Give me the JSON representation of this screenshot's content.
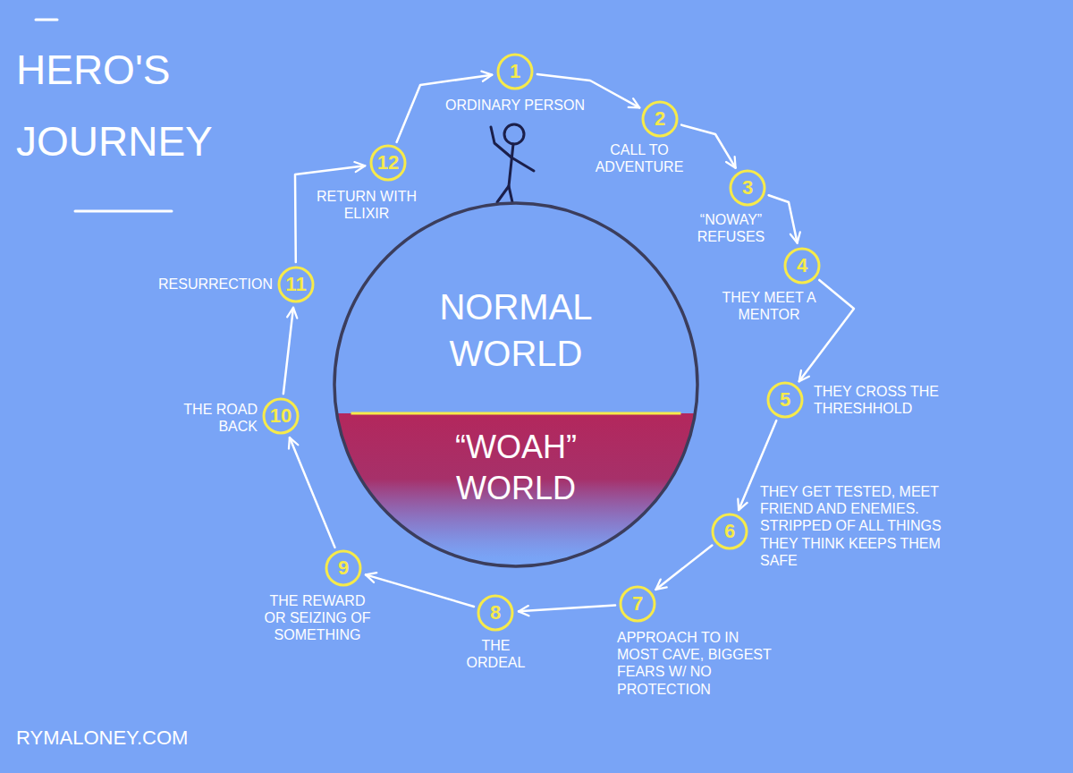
{
  "diagram": {
    "title": "HERO'S JOURNEY",
    "nodes": [
      {
        "text": [
          "1",
          "ORDINARY PERSON"
        ]
      },
      {
        "text": [
          "2",
          "CALL TO ADVENTURE"
        ]
      },
      {
        "text": [
          "3",
          "“NOWAY” REFUSES"
        ]
      },
      {
        "text": [
          "4",
          "THEY MEET A MENTOR"
        ]
      },
      {
        "text": [
          "5",
          "THEY CROSS THE THRESHHOLD"
        ]
      },
      {
        "text": [
          "6",
          "THEY GET TESTED, MEET FRIEND AND ENEMIES. STRIPPED OF ALL THINGS THEY THINK KEEPS THEM SAFE"
        ]
      },
      {
        "text": [
          "7",
          "APPROACH TO IN MOST CAVE, BIGGEST FEARS W/ NO PROTECTION"
        ]
      },
      {
        "text": [
          "8",
          "THE ORDEAL"
        ]
      },
      {
        "text": [
          "9",
          "THE REWARD OR SEIZING OF SOMETHING"
        ]
      },
      {
        "text": [
          "10",
          "THE ROAD BACK"
        ]
      },
      {
        "text": [
          "11",
          "RESURRECTION"
        ]
      },
      {
        "text": [
          "12",
          "RETURN WITH ELIXIR"
        ]
      },
      {
        "text": [
          "NORMAL WORLD",
          "“WOAH” WORLD"
        ]
      }
    ],
    "edges": [
      {
        "from": 0,
        "to": 1,
        "arrow": "to"
      },
      {
        "from": 1,
        "to": 2,
        "arrow": "to"
      },
      {
        "from": 2,
        "to": 3,
        "arrow": "to"
      },
      {
        "from": 3,
        "to": 4,
        "arrow": "to"
      },
      {
        "from": 4,
        "to": 5,
        "arrow": "to"
      },
      {
        "from": 5,
        "to": 6,
        "arrow": "to"
      },
      {
        "from": 6,
        "to": 7,
        "arrow": "to"
      },
      {
        "from": 7,
        "to": 8,
        "arrow": "to"
      },
      {
        "from": 8,
        "to": 9,
        "arrow": "to"
      },
      {
        "from": 9,
        "to": 10,
        "arrow": "to"
      },
      {
        "from": 10,
        "to": 11,
        "arrow": "to"
      },
      {
        "from": 11,
        "to": 0,
        "arrow": "to"
      }
    ],
    "labels": [
      "RYMALONEY.COM"
    ]
  }
}
